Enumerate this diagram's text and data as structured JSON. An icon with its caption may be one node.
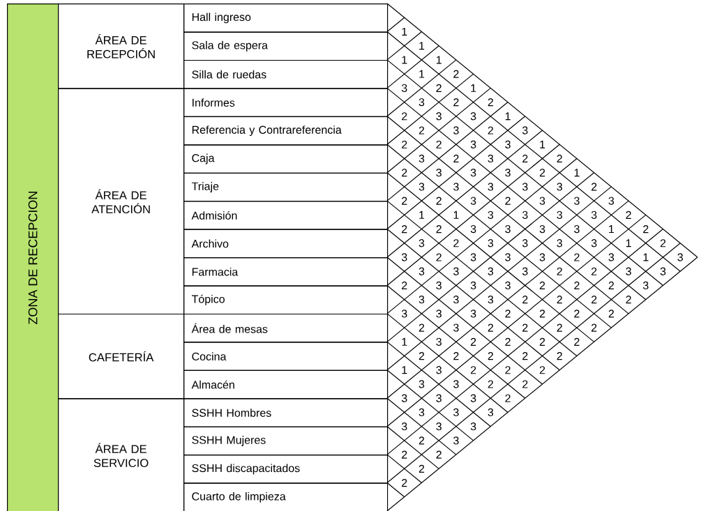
{
  "diagram": {
    "nodes": [
      {
        "text": [
          "ZONA DE RECEPCION"
        ]
      },
      {
        "text": [
          "ÁREA DE RECEPCIÓN"
        ]
      },
      {
        "text": [
          "Hall ingreso"
        ]
      },
      {
        "text": [
          "Sala de espera"
        ]
      },
      {
        "text": [
          "Silla de ruedas"
        ]
      },
      {
        "text": [
          "ÁREA DE ATENCIÓN"
        ]
      },
      {
        "text": [
          "Informes"
        ]
      },
      {
        "text": [
          "Referencia y Contrareferencia"
        ]
      },
      {
        "text": [
          "Caja"
        ]
      },
      {
        "text": [
          "Triaje"
        ]
      },
      {
        "text": [
          "Admisión"
        ]
      },
      {
        "text": [
          "Archivo"
        ]
      },
      {
        "text": [
          "Farmacia"
        ]
      },
      {
        "text": [
          "Tópico"
        ]
      },
      {
        "text": [
          "CAFETERÍA"
        ]
      },
      {
        "text": [
          "Área de mesas"
        ]
      },
      {
        "text": [
          "Cocina"
        ]
      },
      {
        "text": [
          "Almacén"
        ]
      },
      {
        "text": [
          "ÁREA DE SERVICIO"
        ]
      },
      {
        "text": [
          "SSHH Hombres"
        ]
      },
      {
        "text": [
          "SSHH Mujeres"
        ]
      },
      {
        "text": [
          "SSHH discapacitados"
        ]
      },
      {
        "text": [
          "Cuarto de limpieza"
        ]
      }
    ],
    "labels": [
      "1",
      "1",
      "1",
      "1",
      "1",
      "2",
      "3",
      "2",
      "1",
      "3",
      "2",
      "2",
      "2",
      "3",
      "3",
      "1",
      "2",
      "3",
      "2",
      "3",
      "2",
      "2",
      "3",
      "3",
      "1",
      "3",
      "2",
      "3",
      "2",
      "2",
      "2",
      "3",
      "3",
      "3",
      "2",
      "1",
      "3",
      "3",
      "3",
      "3",
      "3",
      "2",
      "2",
      "2",
      "3",
      "2",
      "3",
      "3",
      "3",
      "1",
      "1",
      "3",
      "3",
      "3",
      "3",
      "2",
      "2",
      "2",
      "3",
      "3",
      "3",
      "3",
      "1",
      "2",
      "3",
      "2",
      "3",
      "3",
      "3",
      "3",
      "1",
      "2",
      "3",
      "2",
      "3",
      "3",
      "3",
      "2",
      "3",
      "1",
      "3",
      "3",
      "3",
      "3",
      "3",
      "2",
      "2",
      "3",
      "3",
      "2",
      "3",
      "3",
      "3",
      "2",
      "2",
      "2",
      "3",
      "3",
      "3",
      "3",
      "2",
      "2",
      "2",
      "2",
      "3",
      "3",
      "3",
      "2",
      "2",
      "2",
      "2",
      "2",
      "3",
      "2",
      "2",
      "2",
      "2",
      "1",
      "3",
      "2",
      "2",
      "2",
      "2",
      "2",
      "2",
      "2",
      "2",
      "2",
      "1",
      "3",
      "2",
      "2",
      "2",
      "3",
      "3",
      "2",
      "2",
      "3",
      "3",
      "3",
      "2",
      "3",
      "3",
      "3",
      "3",
      "3",
      "3",
      "2",
      "3",
      "2",
      "2",
      "2",
      "2"
    ]
  }
}
